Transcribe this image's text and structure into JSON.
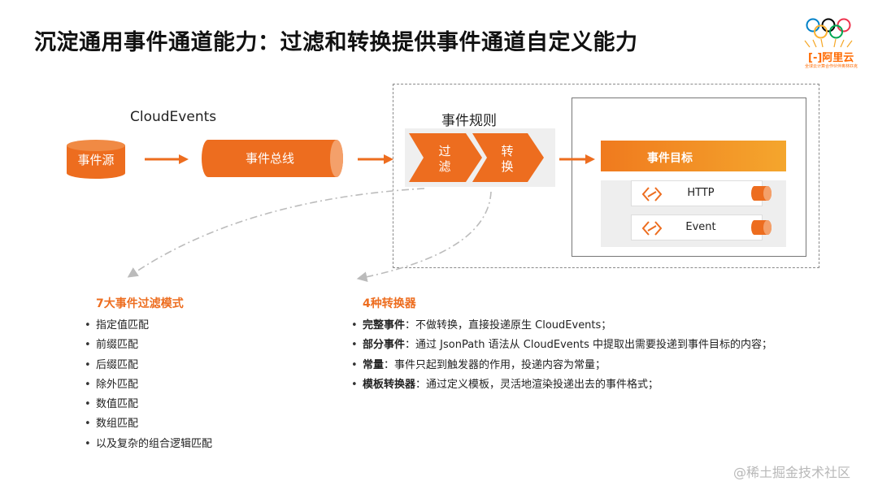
{
  "title": "沉淀通用事件通道能力：过滤和转换提供事件通道自定义能力",
  "logo": {
    "brand": "阿里云",
    "sub": "全球云计算合作伙伴奥林匹克"
  },
  "labels": {
    "cloudevents": "CloudEvents",
    "rules": "事件规则"
  },
  "flow": {
    "source": "事件源",
    "bus": "事件总线",
    "filter": "过滤",
    "transform": "转换",
    "target": "事件目标",
    "targets": [
      "HTTP",
      "Event"
    ]
  },
  "filter_section": {
    "title": "7大事件过滤模式",
    "items": [
      "指定值匹配",
      "前缀匹配",
      "后缀匹配",
      "除外匹配",
      "数值匹配",
      "数组匹配",
      "以及复杂的组合逻辑匹配"
    ]
  },
  "transform_section": {
    "title": "4种转换器",
    "items": [
      {
        "name": "完整事件",
        "desc": "：不做转换，直接投递原生 CloudEvents；"
      },
      {
        "name": "部分事件",
        "desc": "：通过 JsonPath 语法从 CloudEvents 中提取出需要投递到事件目标的内容；"
      },
      {
        "name": "常量",
        "desc": "：事件只起到触发器的作用，投递内容为常量；"
      },
      {
        "name": "模板转换器",
        "desc": "：通过定义模板，灵活地渲染投递出去的事件格式；"
      }
    ]
  },
  "watermark": "@稀土掘金技术社区",
  "colors": {
    "accent": "#ed6d1f",
    "gradient_end": "#f4a62d"
  }
}
